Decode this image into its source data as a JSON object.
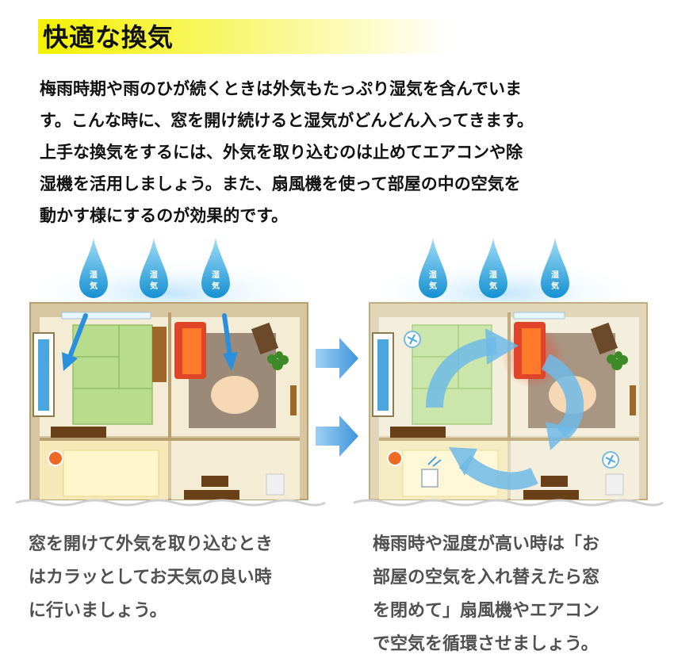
{
  "title": "快適な換気",
  "intro_lines": [
    "梅雨時期や雨のひが続くときは外気もたっぷり湿気を含んでいま",
    "す。こんな時に、窓を開け続けると湿気がどんどん入ってきます。",
    "上手な換気をするには、外気を取り込むのは止めてエアコンや除",
    "湿機を活用しましょう。また、扇風機を使って部屋の中の空気を",
    "動かす様にするのが効果的です。"
  ],
  "humidity_label_top": "湿",
  "humidity_label_bottom": "気",
  "captions": {
    "left_lines": [
      "窓を開けて外気を取り込むとき",
      "はカラッとしてお天気の良い時",
      "に行いましょう。"
    ],
    "right_lines": [
      "梅雨時や湿度が高い時は「お",
      "部屋の空気を入れ替えたら窓",
      "を閉めて」扇風機やエアコン",
      "で空気を循環させましょう。"
    ]
  },
  "colors": {
    "heading_highlight": "#f3f200",
    "drop_blue": "#2aa8e0",
    "arrow_blue": "#4aa6de",
    "tatami_green": "#b6dc8c",
    "carpet_brown": "#9c8a78",
    "wall_beige": "#d8c6a0",
    "sofa_red": "#e0452a"
  }
}
